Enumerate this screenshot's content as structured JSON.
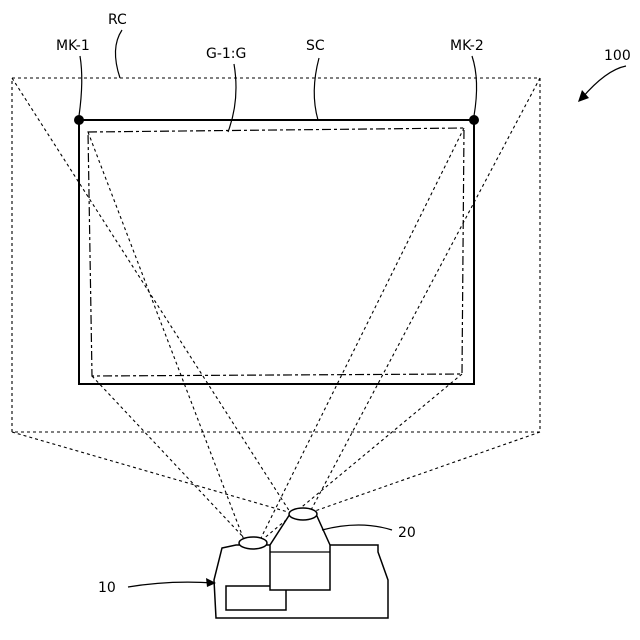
{
  "labels": {
    "rc": "RC",
    "mk1": "MK-1",
    "g1": "G-1:G",
    "sc": "SC",
    "mk2": "MK-2",
    "system": "100",
    "projector": "10",
    "camera": "20"
  }
}
